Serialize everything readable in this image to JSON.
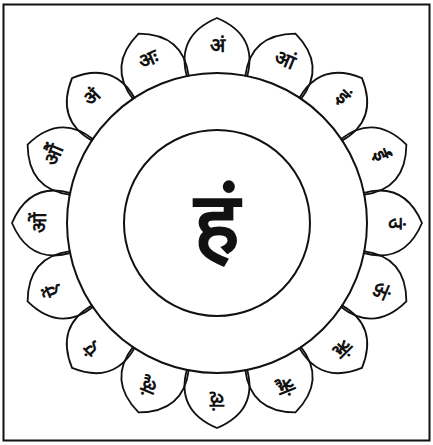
{
  "diagram": {
    "nodes": [
      {
        "text": [
          "अं"
        ]
      },
      {
        "text": [
          "आं"
        ]
      },
      {
        "text": [
          "इं"
        ]
      },
      {
        "text": [
          "ईं"
        ]
      },
      {
        "text": [
          "उं"
        ]
      },
      {
        "text": [
          "ऊं"
        ]
      },
      {
        "text": [
          "ऋं"
        ]
      },
      {
        "text": [
          "ॠं"
        ]
      },
      {
        "text": [
          "ऌं"
        ]
      },
      {
        "text": [
          "ॡं"
        ]
      },
      {
        "text": [
          "एं"
        ]
      },
      {
        "text": [
          "ऐं"
        ]
      },
      {
        "text": [
          "ओं"
        ]
      },
      {
        "text": [
          "औं"
        ]
      },
      {
        "text": [
          "अं"
        ]
      },
      {
        "text": [
          "अः"
        ]
      },
      {
        "text": [
          "हं"
        ]
      }
    ]
  }
}
